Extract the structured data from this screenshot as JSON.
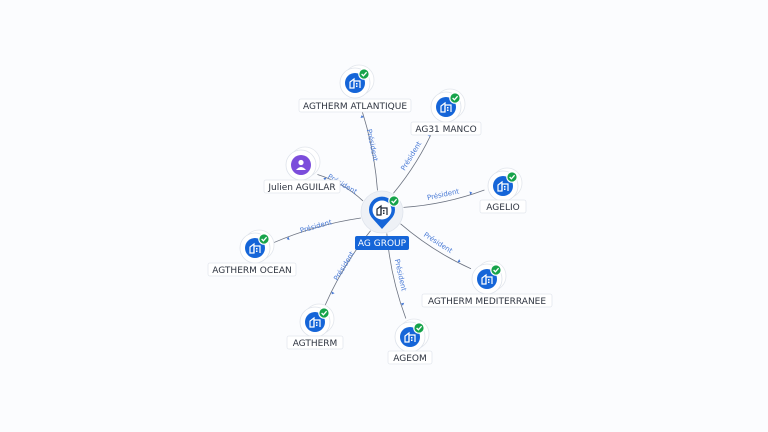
{
  "center": {
    "label": "AG GROUP",
    "icon": "building-icon",
    "verified": true
  },
  "relation_label": "Président",
  "nodes": [
    {
      "id": "agtherm-atlantique",
      "label": "AGTHERM ATLANTIQUE",
      "kind": "company",
      "icon": "building-icon",
      "verified": true,
      "relation": "Président"
    },
    {
      "id": "ag31-manco",
      "label": "AG31 MANCO",
      "kind": "company",
      "icon": "building-icon",
      "verified": true,
      "relation": "Président"
    },
    {
      "id": "agelio",
      "label": "AGELIO",
      "kind": "company",
      "icon": "building-icon",
      "verified": true,
      "relation": "Président"
    },
    {
      "id": "agtherm-mediterranee",
      "label": "AGTHERM MEDITERRANEE",
      "kind": "company",
      "icon": "building-icon",
      "verified": true,
      "relation": "Président"
    },
    {
      "id": "ageom",
      "label": "AGEOM",
      "kind": "company",
      "icon": "building-icon",
      "verified": true,
      "relation": "Président"
    },
    {
      "id": "agtherm",
      "label": "AGTHERM",
      "kind": "company",
      "icon": "building-icon",
      "verified": true,
      "relation": "Président"
    },
    {
      "id": "agtherm-ocean",
      "label": "AGTHERM OCEAN",
      "kind": "company",
      "icon": "building-icon",
      "verified": true,
      "relation": "Président"
    },
    {
      "id": "julien-aguilar",
      "label": "Julien AGUILAR",
      "kind": "person",
      "icon": "person-icon",
      "verified": false,
      "relation": "Président"
    }
  ],
  "colors": {
    "company": "#1565d8",
    "person": "#7c4ddb",
    "verified": "#16a34a",
    "edge": "#6b7280",
    "relation_text": "#4a7bd6",
    "center_badge": "#1565d8"
  }
}
